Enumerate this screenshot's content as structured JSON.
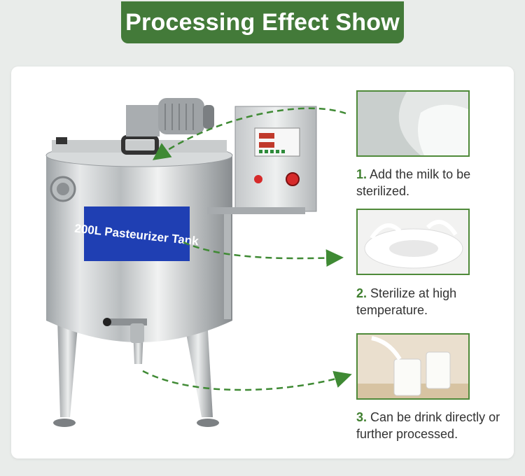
{
  "header": {
    "title": "Processing Effect Show"
  },
  "product": {
    "tank_label": "200L Pasteurizer Tank"
  },
  "steps": [
    {
      "number": "1.",
      "text": "Add the milk to be sterilized."
    },
    {
      "number": "2.",
      "text": "Sterilize at high temperature."
    },
    {
      "number": "3.",
      "text": " Can be drink directly or further processed."
    }
  ],
  "colors": {
    "brand_green": "#437a39",
    "step_number_green": "#3f7f2f",
    "arrow_green": "#3f8a34",
    "label_blue": "#1f3fb3"
  },
  "icons": [
    "dashed-arrow-icon",
    "control-panel-buttons"
  ]
}
